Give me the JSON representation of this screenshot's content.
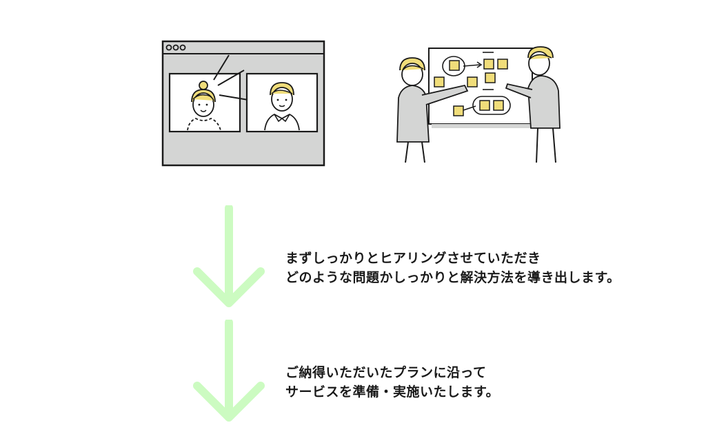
{
  "colors": {
    "accent_yellow": "#f0dd7a",
    "arrow_green": "#ccfbc1",
    "panel_gray": "#d4d5d4",
    "ink": "#1a1a1a"
  },
  "illustrations": {
    "video_call": "video-call-illustration",
    "workshop": "whiteboard-workshop-illustration"
  },
  "steps": [
    {
      "lines": [
        "まずしっかりとヒアリングさせていただき",
        "どのような問題かしっかりと解決方法を導き出します。"
      ]
    },
    {
      "lines": [
        "ご納得いただいたプランに沿って",
        "サービスを準備・実施いたします。"
      ]
    }
  ]
}
